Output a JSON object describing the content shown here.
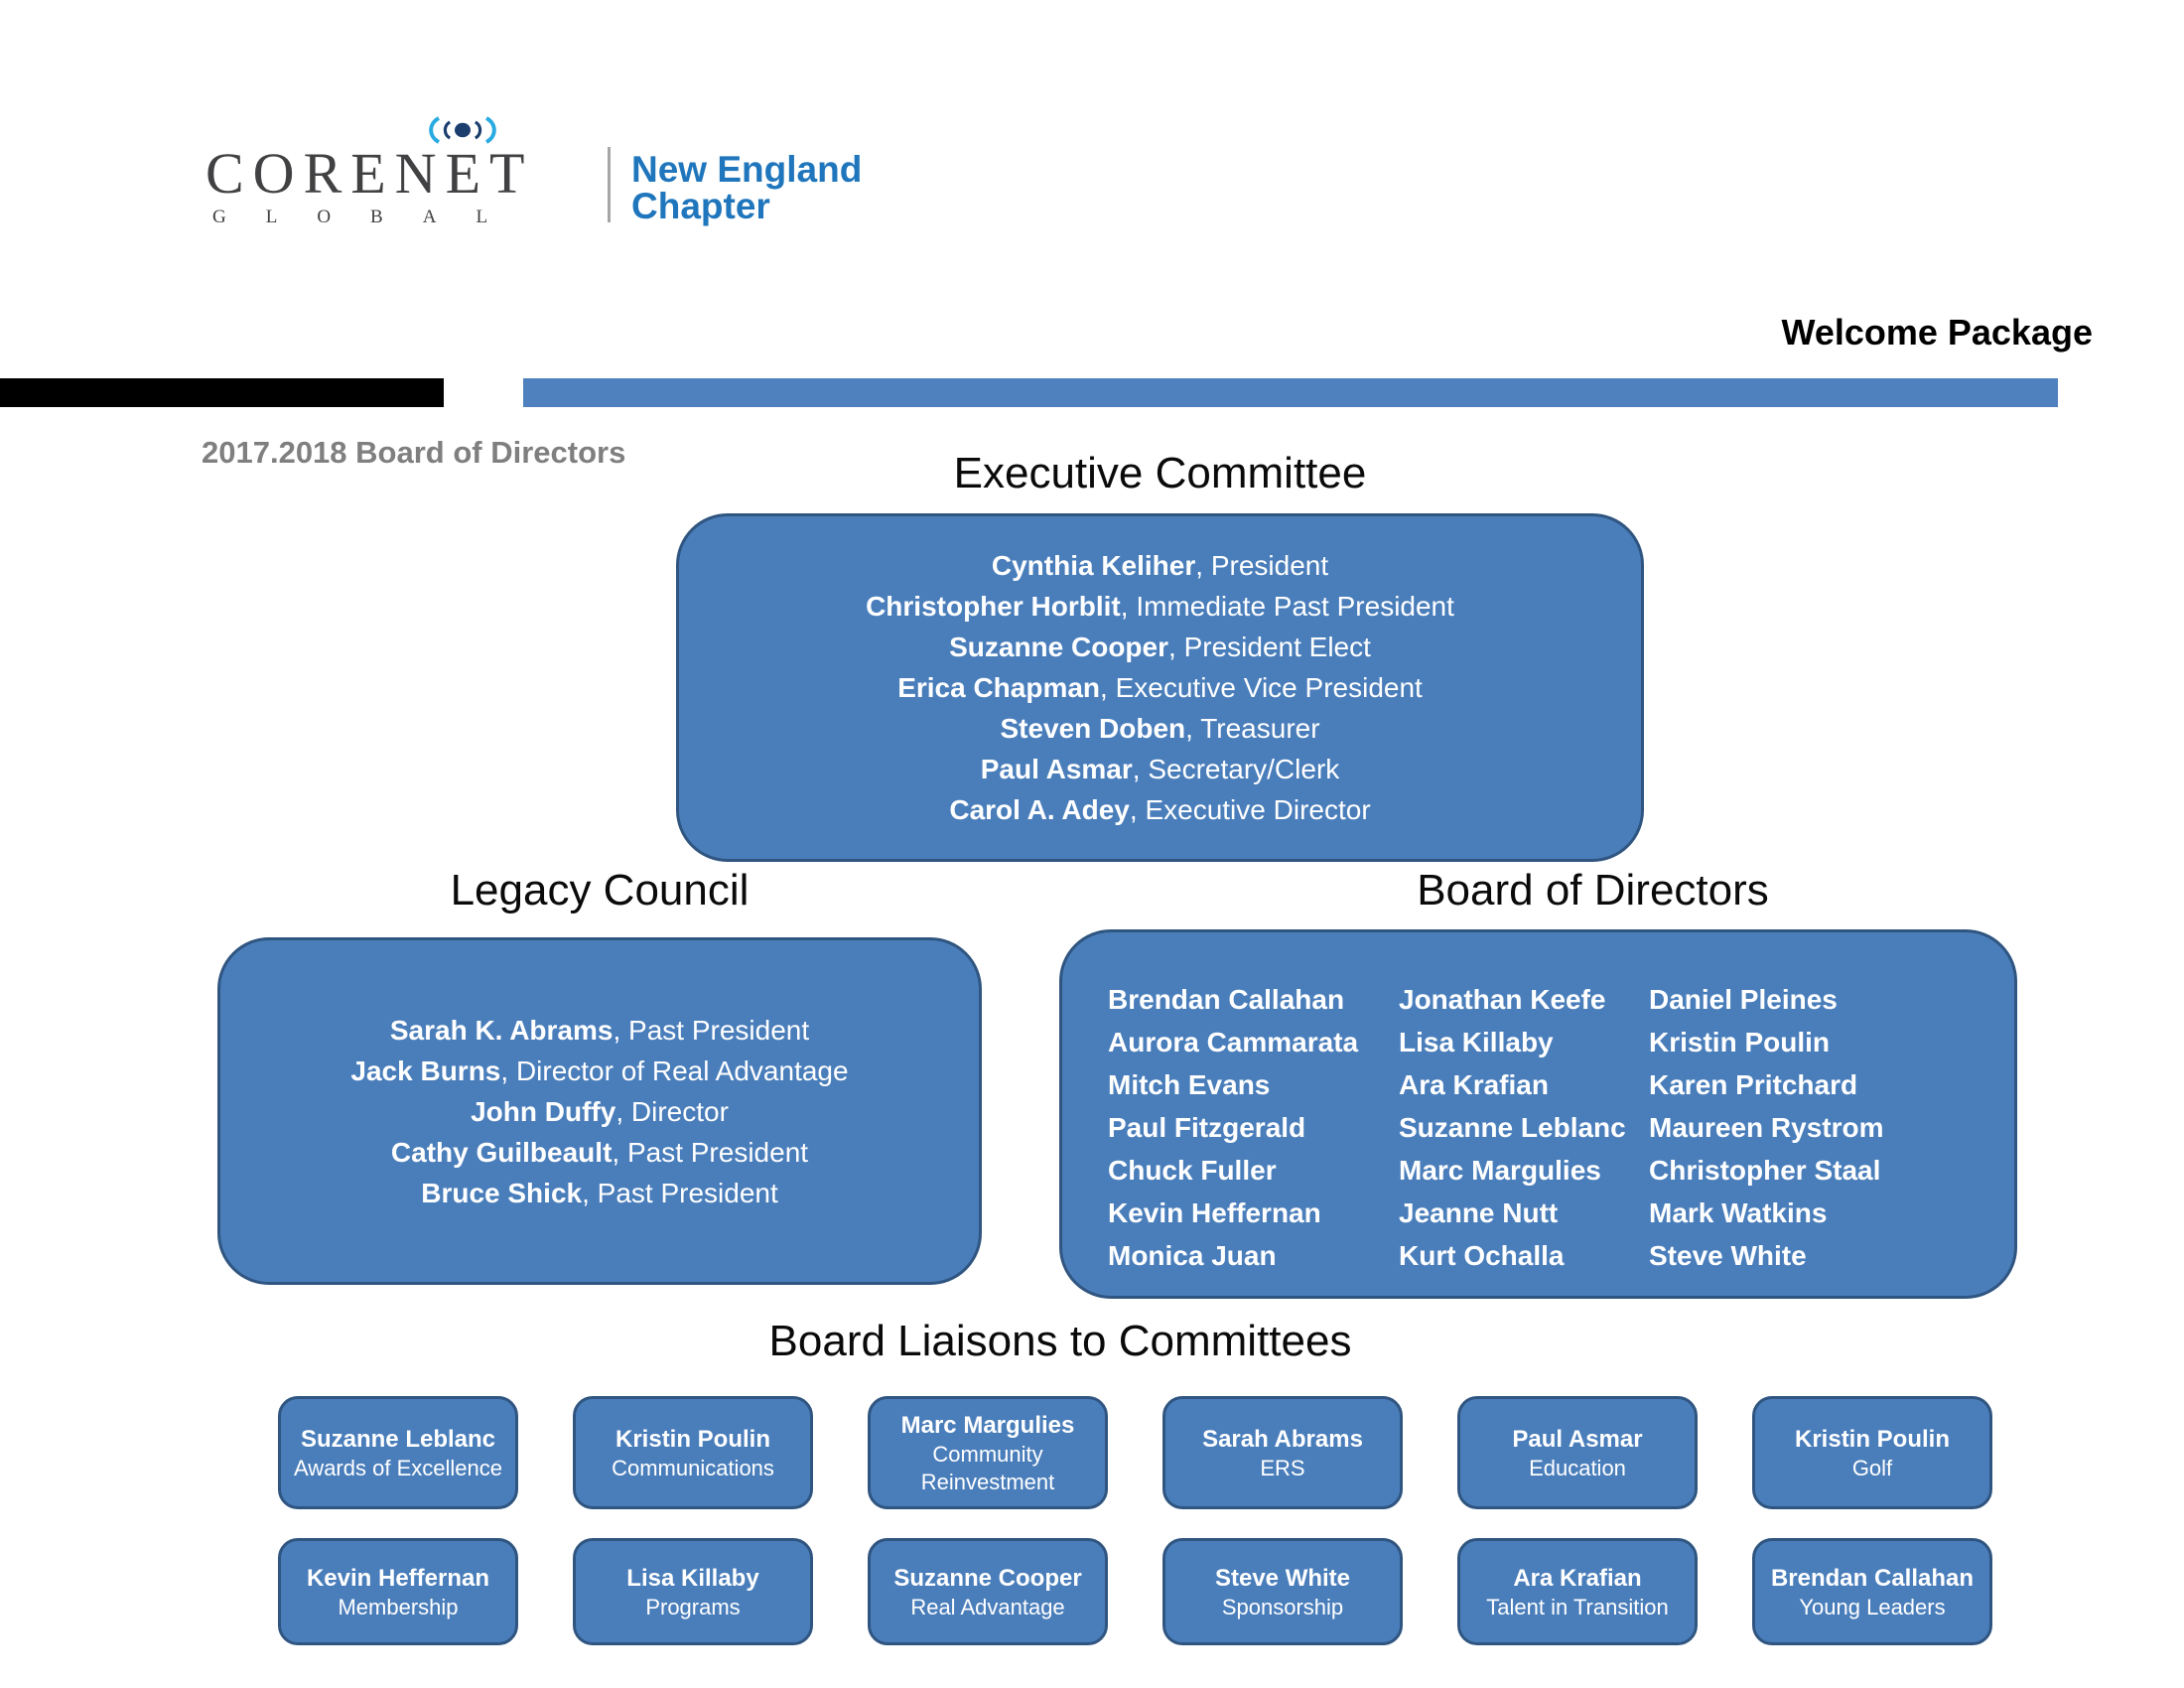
{
  "misc": {
    "separator": ", "
  },
  "logo": {
    "brand_top": "CORENET",
    "brand_bottom": "GLOBAL",
    "chapter_line1": "New England",
    "chapter_line2": "Chapter"
  },
  "header": {
    "welcome": "Welcome Package",
    "subtitle": "2017.2018 Board of Directors"
  },
  "colors": {
    "box_fill": "#4A7EBB",
    "box_border": "#2F5580",
    "bar_blue": "#4E81BD",
    "bar_black": "#000000",
    "chapter_blue": "#2076BC",
    "subtitle_gray": "#7F7F7F",
    "box_text": "#FFFFFF"
  },
  "executive_committee": {
    "title": "Executive Committee",
    "members": [
      {
        "name": "Cynthia Keliher",
        "role": "President"
      },
      {
        "name": "Christopher Horblit",
        "role": "Immediate Past President"
      },
      {
        "name": "Suzanne Cooper",
        "role": "President Elect"
      },
      {
        "name": "Erica Chapman",
        "role": "Executive Vice President"
      },
      {
        "name": "Steven Doben",
        "role": "Treasurer"
      },
      {
        "name": "Paul Asmar",
        "role": "Secretary/Clerk"
      },
      {
        "name": "Carol A. Adey",
        "role": "Executive Director"
      }
    ]
  },
  "legacy_council": {
    "title": "Legacy Council",
    "members": [
      {
        "name": "Sarah K. Abrams",
        "role": "Past President"
      },
      {
        "name": "Jack Burns",
        "role": "Director of Real Advantage"
      },
      {
        "name": "John Duffy",
        "role": "Director"
      },
      {
        "name": "Cathy Guilbeault",
        "role": "Past President"
      },
      {
        "name": "Bruce Shick",
        "role": "Past President"
      }
    ]
  },
  "board_of_directors": {
    "title": "Board of Directors",
    "columns": [
      [
        "Brendan Callahan",
        "Aurora Cammarata",
        "Mitch Evans",
        "Paul Fitzgerald",
        "Chuck Fuller",
        "Kevin Heffernan",
        "Monica Juan"
      ],
      [
        "Jonathan Keefe",
        "Lisa Killaby",
        "Ara Krafian",
        "Suzanne Leblanc",
        "Marc Margulies",
        "Jeanne Nutt",
        "Kurt Ochalla"
      ],
      [
        "Daniel Pleines",
        "Kristin Poulin",
        "Karen Pritchard",
        "Maureen Rystrom",
        "Christopher Staal",
        "Mark Watkins",
        "Steve White"
      ]
    ]
  },
  "board_liaisons": {
    "title": "Board Liaisons to Committees",
    "row1": [
      {
        "name": "Suzanne Leblanc",
        "committee": "Awards of Excellence"
      },
      {
        "name": "Kristin Poulin",
        "committee": "Communications"
      },
      {
        "name": "Marc Margulies",
        "committee": "Community Reinvestment"
      },
      {
        "name": "Sarah Abrams",
        "committee": "ERS"
      },
      {
        "name": "Paul Asmar",
        "committee": "Education"
      },
      {
        "name": "Kristin Poulin",
        "committee": "Golf"
      }
    ],
    "row2": [
      {
        "name": "Kevin Heffernan",
        "committee": "Membership"
      },
      {
        "name": "Lisa Killaby",
        "committee": "Programs"
      },
      {
        "name": "Suzanne Cooper",
        "committee": "Real Advantage"
      },
      {
        "name": "Steve White",
        "committee": "Sponsorship"
      },
      {
        "name": "Ara Krafian",
        "committee": "Talent in Transition"
      },
      {
        "name": "Brendan Callahan",
        "committee": "Young Leaders"
      }
    ]
  }
}
